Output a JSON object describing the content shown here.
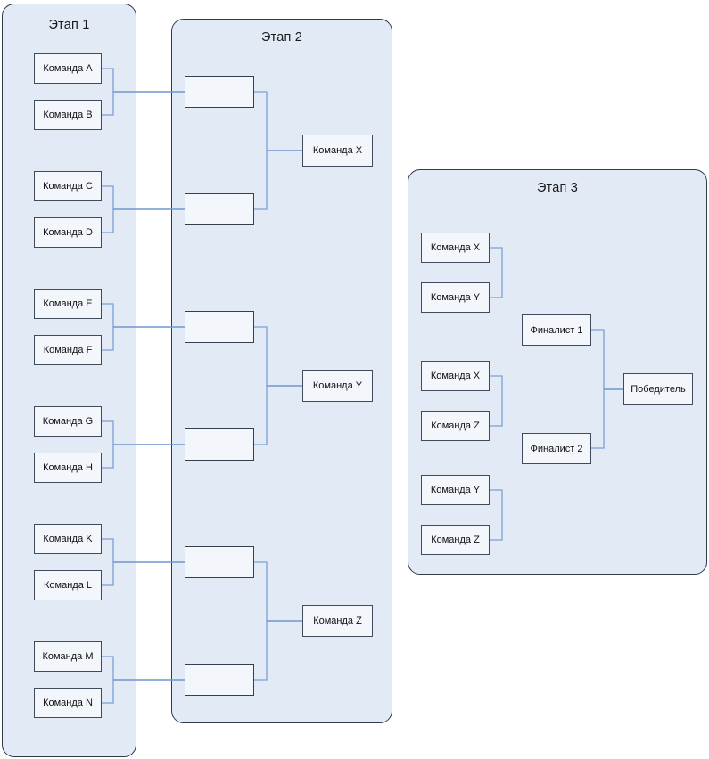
{
  "diagram": {
    "title_stage1": "Этап 1",
    "title_stage2": "Этап 2",
    "title_stage3": "Этап 3",
    "accent_line_color": "#6f97ce",
    "stage_fill_color": "#e2eaf5",
    "node_fill_color": "#f3f6fb",
    "node_border_color": "#404b5c"
  },
  "stage1": {
    "label": "Этап 1",
    "teams": [
      {
        "label": "Команда A"
      },
      {
        "label": "Команда B"
      },
      {
        "label": "Команда C"
      },
      {
        "label": "Команда D"
      },
      {
        "label": "Команда E"
      },
      {
        "label": "Команда F"
      },
      {
        "label": "Команда G"
      },
      {
        "label": "Команда H"
      },
      {
        "label": "Команда K"
      },
      {
        "label": "Команда L"
      },
      {
        "label": "Команда M"
      },
      {
        "label": "Команда N"
      }
    ]
  },
  "stage2": {
    "label": "Этап 2",
    "matches": [
      {
        "label": ""
      },
      {
        "label": ""
      },
      {
        "label": ""
      },
      {
        "label": ""
      },
      {
        "label": ""
      },
      {
        "label": ""
      }
    ],
    "winners": [
      {
        "label": "Команда X"
      },
      {
        "label": "Команда Y"
      },
      {
        "label": "Команда Z"
      }
    ]
  },
  "stage3": {
    "label": "Этап 3",
    "teams": [
      {
        "label": "Команда X"
      },
      {
        "label": "Команда Y"
      },
      {
        "label": "Команда X"
      },
      {
        "label": "Команда Z"
      },
      {
        "label": "Команда Y"
      },
      {
        "label": "Команда Z"
      }
    ],
    "finalists": [
      {
        "label": "Финалист 1"
      },
      {
        "label": "Финалист 2"
      }
    ],
    "winner": {
      "label": "Победитель"
    }
  }
}
